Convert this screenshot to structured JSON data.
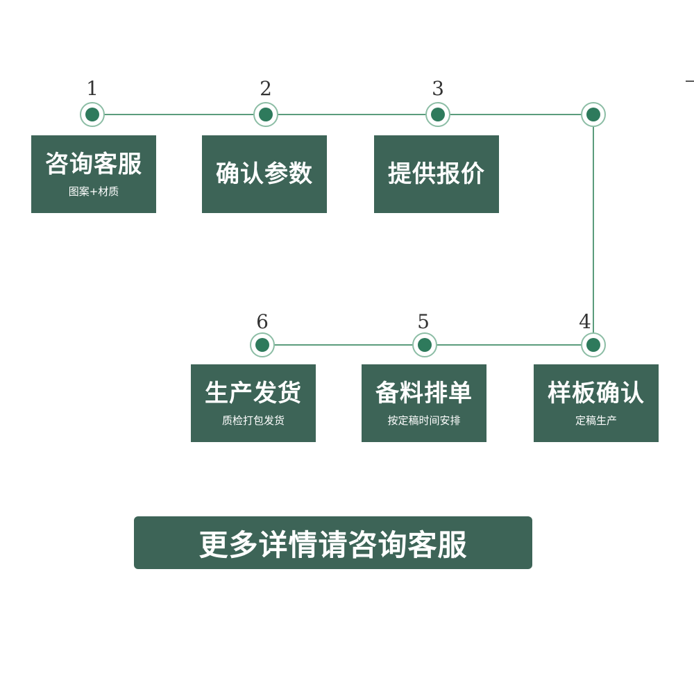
{
  "process": {
    "steps": [
      {
        "number": "1",
        "title": "咨询客服",
        "subtitle": "图案+材质"
      },
      {
        "number": "2",
        "title": "确认参数",
        "subtitle": ""
      },
      {
        "number": "3",
        "title": "提供报价",
        "subtitle": ""
      },
      {
        "number": "4",
        "title": "样板确认",
        "subtitle": "定稿生产"
      },
      {
        "number": "5",
        "title": "备料排单",
        "subtitle": "按定稿时间安排"
      },
      {
        "number": "6",
        "title": "生产发货",
        "subtitle": "质检打包发货"
      }
    ],
    "cta_label": "更多详情请咨询客服"
  },
  "colors": {
    "box_fill": "#3d6457",
    "node_dot": "#2e7a5c",
    "node_ring": "#8cbda5",
    "connector": "#5a9c7c",
    "text_on_box": "#ffffff"
  }
}
